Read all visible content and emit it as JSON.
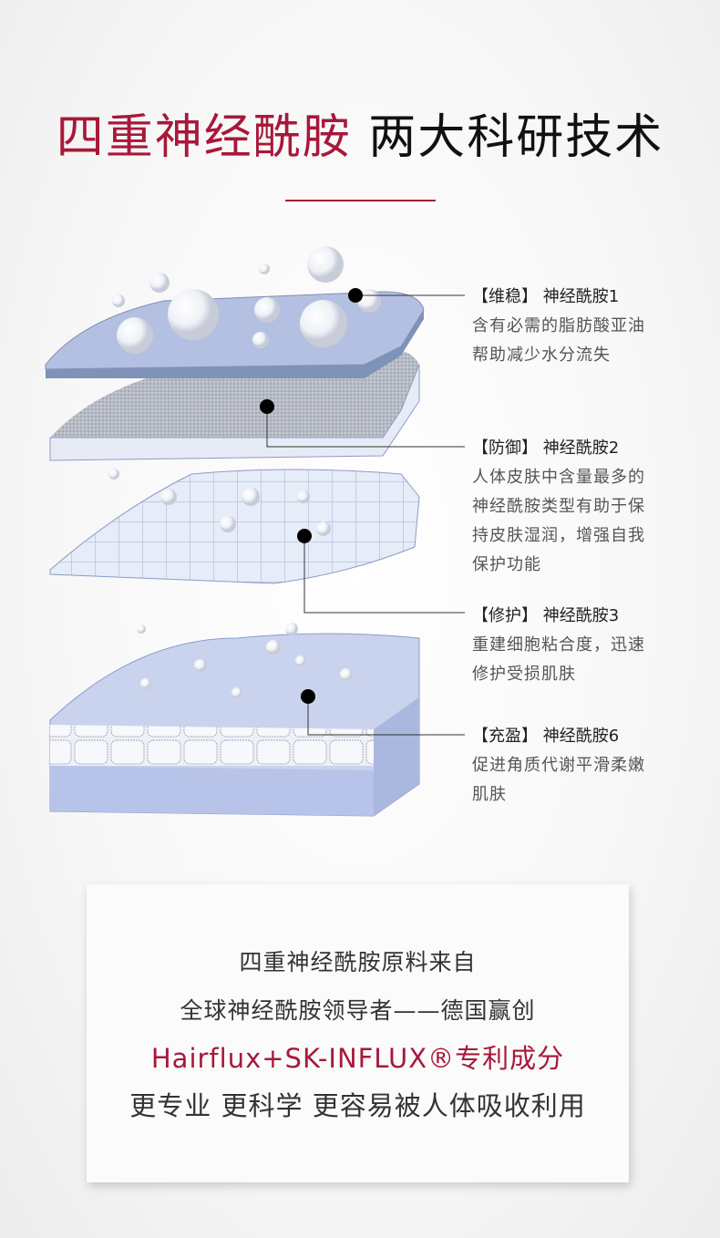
{
  "title": {
    "red": "四重神经酰胺",
    "black": "两大科研技术"
  },
  "layers": [
    {
      "heading": "【维稳】 神经酰胺1",
      "desc": [
        "含有必需的脂肪酸亚油",
        "帮助减少水分流失"
      ]
    },
    {
      "heading": "【防御】 神经酰胺2",
      "desc": [
        "人体皮肤中含量最多的",
        "神经酰胺类型有助于保",
        "持皮肤湿润，增强自我",
        "保护功能"
      ]
    },
    {
      "heading": "【修护】 神经酰胺3",
      "desc": [
        "重建细胞粘合度，迅速",
        "修护受损肌肤"
      ]
    },
    {
      "heading": "【充盈】 神经酰胺6",
      "desc": [
        "促进角质代谢平滑柔嫩",
        "肌肤"
      ]
    }
  ],
  "card": {
    "line1": "四重神经酰胺原料来自",
    "line2": "全球神经酰胺领导者——德国赢创",
    "line3": "Hairflux+SK-INFLUX®专利成分",
    "line4": "更专业 更科学 更容易被人体吸收利用"
  },
  "colors": {
    "accent": "#a8183a",
    "text": "#222222",
    "muted": "#555555"
  }
}
